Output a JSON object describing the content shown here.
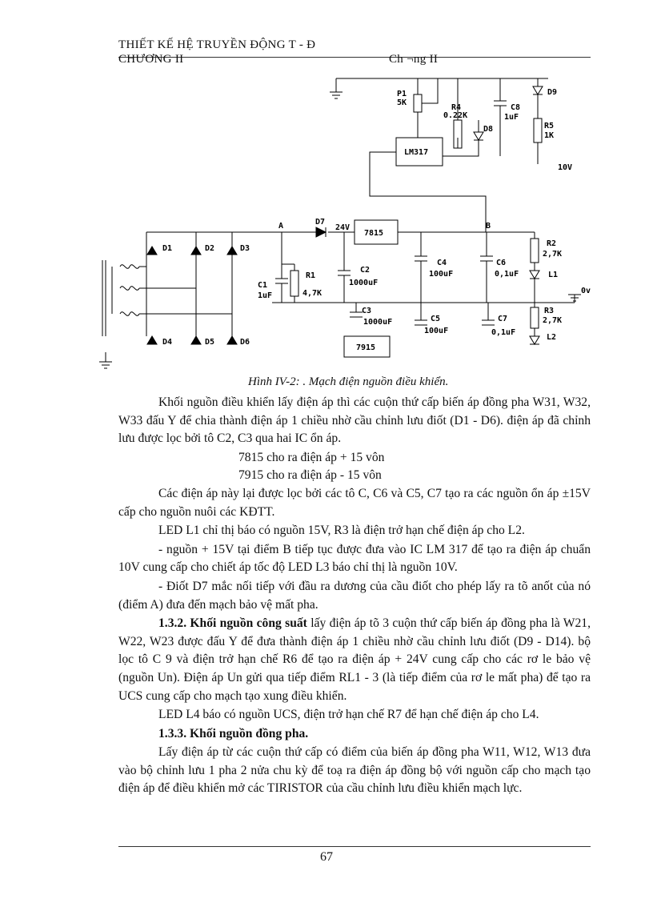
{
  "header": {
    "title": "THIẾT KẾ HỆ TRUYỀN ĐỘNG T - Đ",
    "chapter_left": "CHƯƠNG II",
    "chapter_right": "Ch ¬ng II"
  },
  "figure": {
    "caption": "Hình IV-2:     . Mạch điện nguồn điều khiển.",
    "labels": {
      "p1": "P1",
      "p1v": "5K",
      "r4": "R4",
      "r4v": "0.22K",
      "c8": "C8",
      "c8v": "1uF",
      "d9": "D9",
      "r5": "R5",
      "r5v": "1K",
      "d8": "D8",
      "lm317": "LM317",
      "v10": "10V",
      "a": "A",
      "d7": "D7",
      "v24": "24V",
      "ic7815": "7815",
      "b": "B",
      "d1": "D1",
      "d2": "D2",
      "d3": "D3",
      "d4": "D4",
      "d5": "D5",
      "d6": "D6",
      "r1": "R1",
      "r1v": "4,7K",
      "c1": "C1",
      "c1v": "1uF",
      "c2": "C2",
      "c2v": "1000uF",
      "c4": "C4",
      "c4v": "100uF",
      "c6": "C6",
      "c6v": "0,1uF",
      "r2": "R2",
      "r2v": "2,7K",
      "l1": "L1",
      "v0": "0v",
      "r3": "R3",
      "r3v": "2,7K",
      "l2": "L2",
      "c3": "C3",
      "c3v": "1000uF",
      "c5": "C5",
      "c5v": "100uF",
      "c7": "C7",
      "c7v": "0,1uF",
      "ic7915": "7915"
    }
  },
  "body": {
    "p1": "Khối nguồn điều khiển lấy điện áp thì các cuộn thứ cấp biến áp đồng pha W31, W32, W33 đấu Y để chia thành điện áp 1 chiều nhờ cầu chỉnh lưu điốt (D1 - D6). điện áp đã chỉnh lưu được lọc bởi tô C2, C3 qua hai IC ổn áp.",
    "l7815": "7815 cho ra điện áp + 15 vôn",
    "l7915": "7915 cho ra điện áp - 15 vôn",
    "p2": "Các điện áp này lại được lọc bởi các tô C, C6 và C5, C7 tạo ra các nguồn ổn áp ±15V cấp cho nguồn nuôi các KĐTT.",
    "p3": "LED L1 chỉ thị báo có nguồn 15V, R3 là điện trở hạn chế điện áp cho L2.",
    "p4": "- nguồn  + 15V tại điểm B tiếp tục được đưa vào IC LM 317 để tạo ra điện áp chuẩn 10V cung cấp cho chiết áp tốc độ LED L3 báo chỉ thị là nguồn 10V.",
    "p5": "- Điốt D7 mắc nối tiếp với đầu ra dương của cầu điốt cho phép lấy ra tõ anốt của nó (điểm A) đưa đến mạch bảo vệ mất pha.",
    "h132": "1.3.2. Khối nguồn công suất",
    "p6": " lấy điện áp tõ 3 cuộn thứ cấp biến áp đồng pha là W21, W22, W23 được đấu Y để đưa thành điện áp 1 chiều nhờ cầu chỉnh lưu điốt (D9 - D14). bộ lọc tô C  9 và điện trở hạn chế R6 để tạo ra điện áp  + 24V cung cấp cho các rơ le bảo vệ (nguồn Un). Điện áp Un gửi qua tiếp điểm RL1 - 3 (là tiếp điểm của rơ le mất pha) để tạo ra UCS cung cấp cho mạch tạo xung điều khiển.",
    "p7": "LED L4 báo có nguồn UCS, điện trở hạn chế R7 để hạn chế điện áp cho L4.",
    "h133": "1.3.3. Khối nguồn đồng pha.",
    "p8": "Lấy điện áp từ các cuộn thứ cấp có điểm của biến áp đồng pha W11, W12, W13 đưa vào bộ chỉnh lưu 1 pha 2 nửa chu kỳ để toạ ra điện áp đồng bộ với nguồn cấp cho mạch tạo điện áp để điều khiển mở các TIRISTOR  của cầu chỉnh lưu điều khiển mạch lực."
  },
  "footer": {
    "page_number": "67"
  }
}
